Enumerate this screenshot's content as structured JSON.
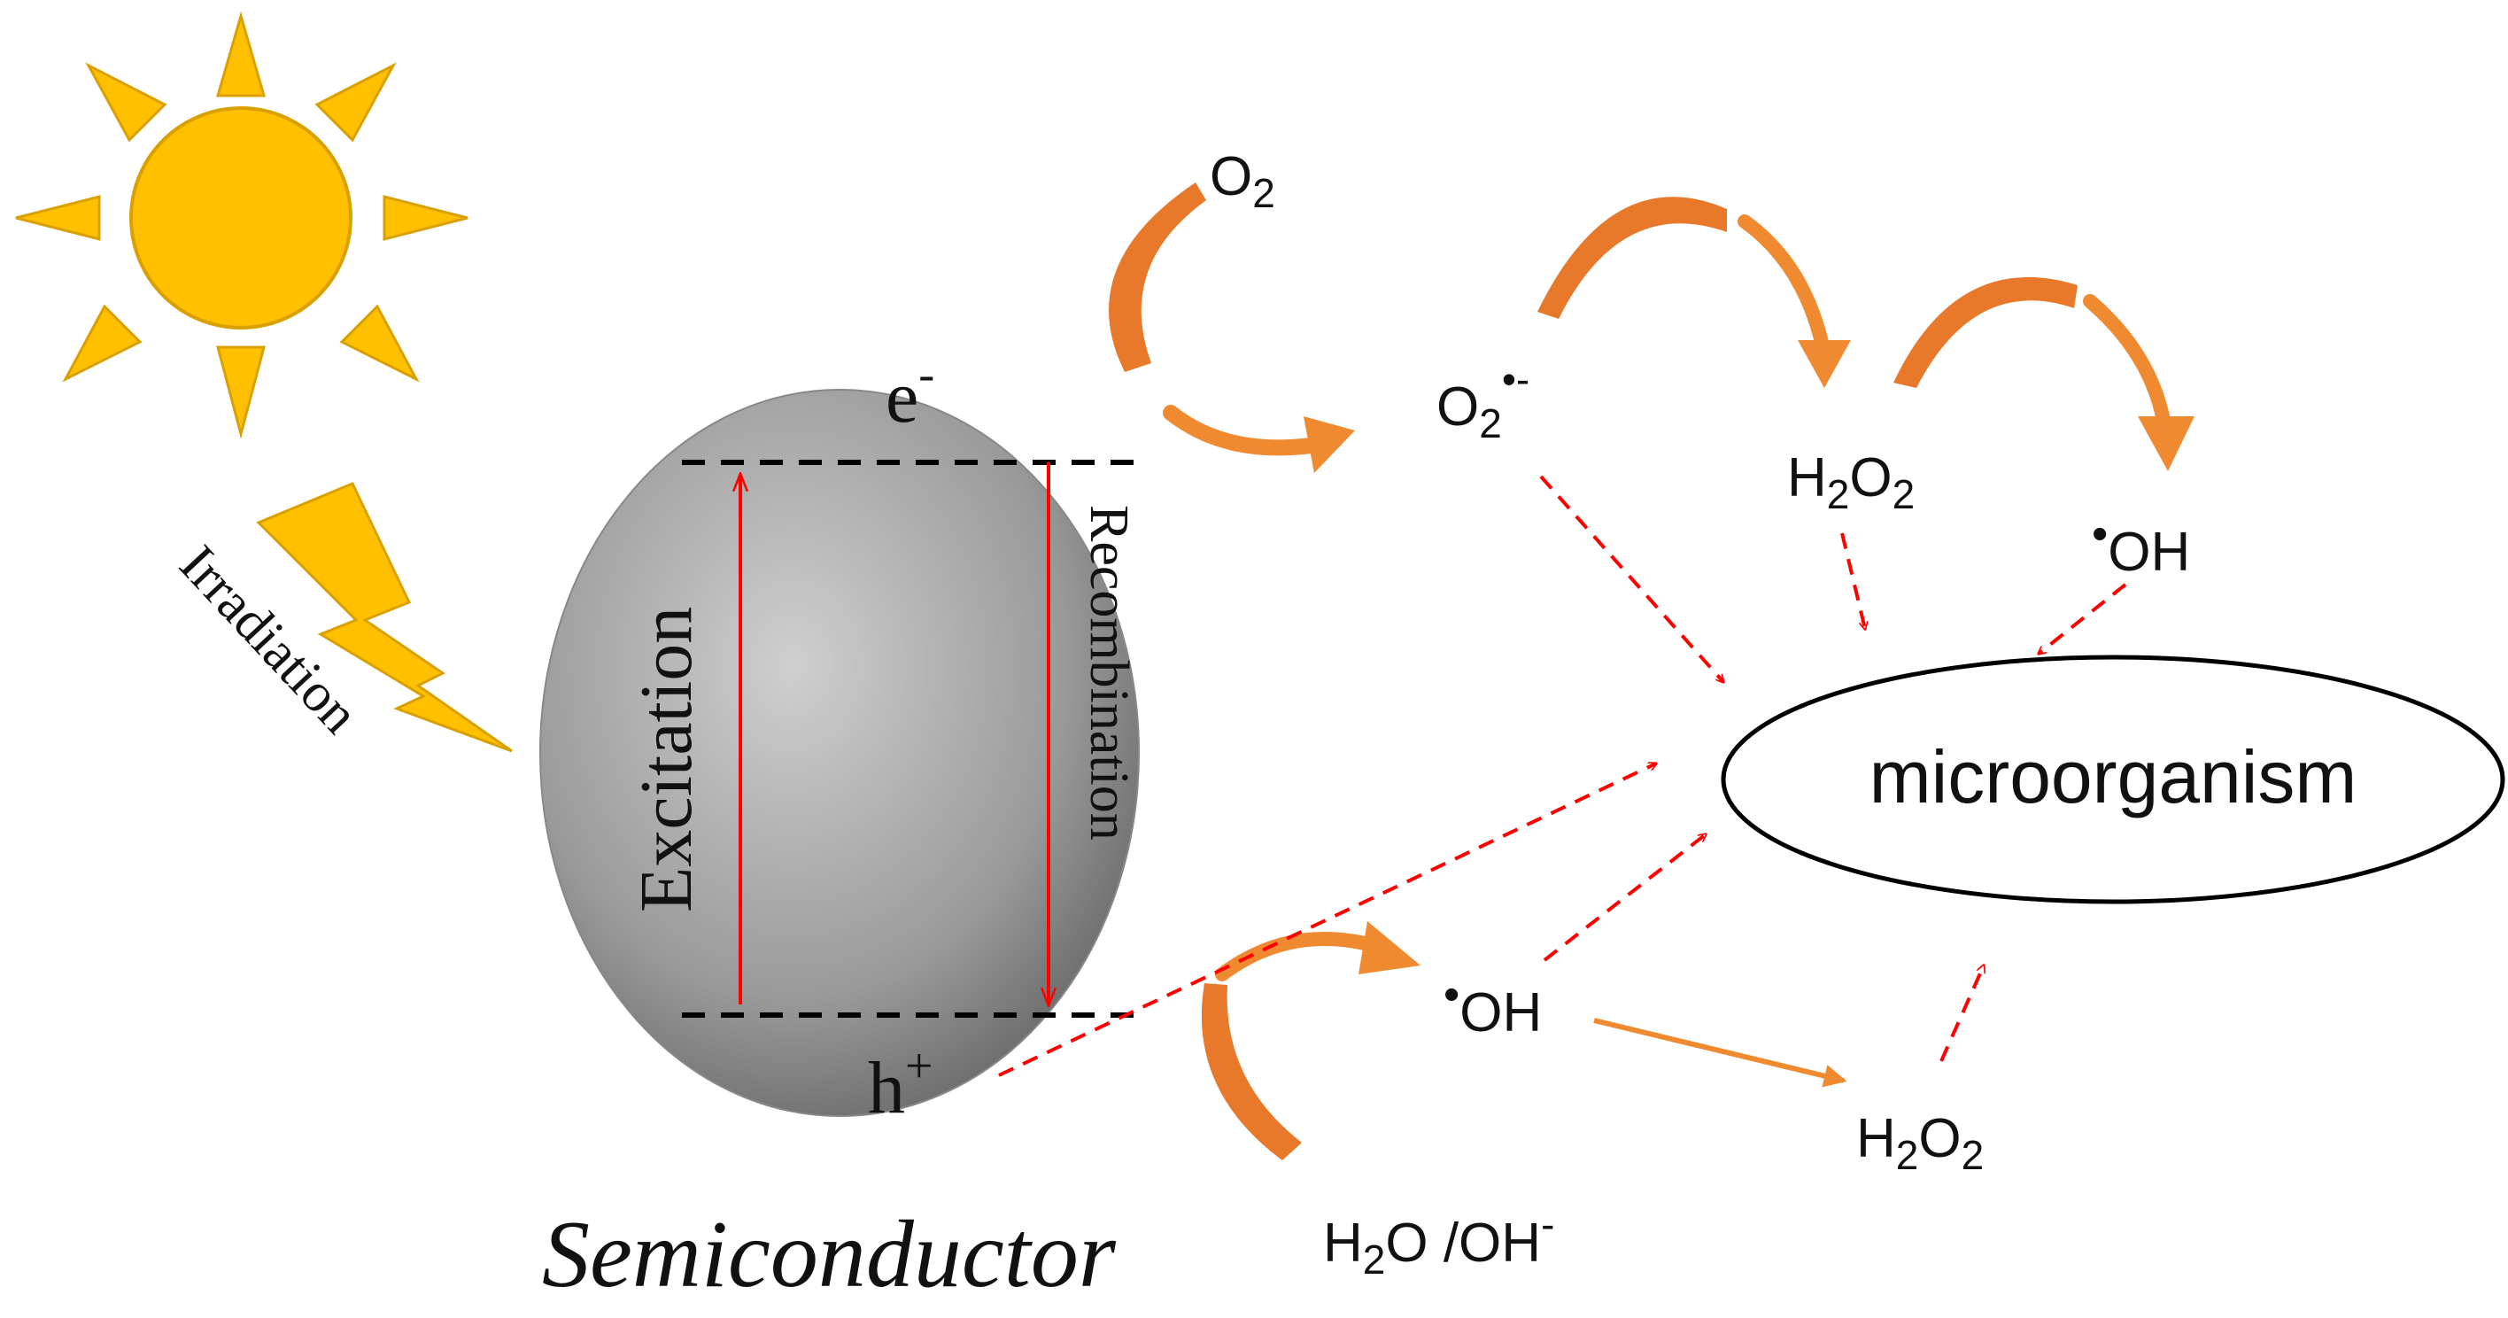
{
  "labels": {
    "e": "e",
    "e_sup": "-",
    "h": "h",
    "h_sup": "+",
    "excitation": "Excitation",
    "recombination": "Recombination",
    "irradiation": "Irradiation",
    "semiconductor": "Semiconductor",
    "o2_base": "O",
    "o2_sub": "2",
    "superoxide_base": "O",
    "superoxide_sub": "2",
    "superoxide_sup": "•-",
    "h2o2_top_h": "H",
    "h2o2_top_2a": "2",
    "h2o2_top_o": "O",
    "h2o2_top_2b": "2",
    "oh_top_dot": "•",
    "oh_top": "OH",
    "microorganism": "microorganism",
    "oh_bottom_dot": "•",
    "oh_bottom": "OH",
    "h2o2_bottom_h": "H",
    "h2o2_bottom_2a": "2",
    "h2o2_bottom_o": "O",
    "h2o2_bottom_2b": "2",
    "h2o_h": "H",
    "h2o_2": "2",
    "h2o_rest": "O /OH",
    "h2o_sup": "-"
  },
  "colors": {
    "sun": "#FFC000",
    "sun_stroke": "#D9A000",
    "bolt": "#FFC000",
    "sphere_light": "#d4d4d4",
    "sphere_dark": "#6e6e6e",
    "band_line": "#000000",
    "transition_arrow": "#FF0000",
    "curved_arrow": "#E8782A",
    "dashed_arrow": "#FF0000",
    "solid_arrow": "#F08A30",
    "text": "#111111"
  }
}
